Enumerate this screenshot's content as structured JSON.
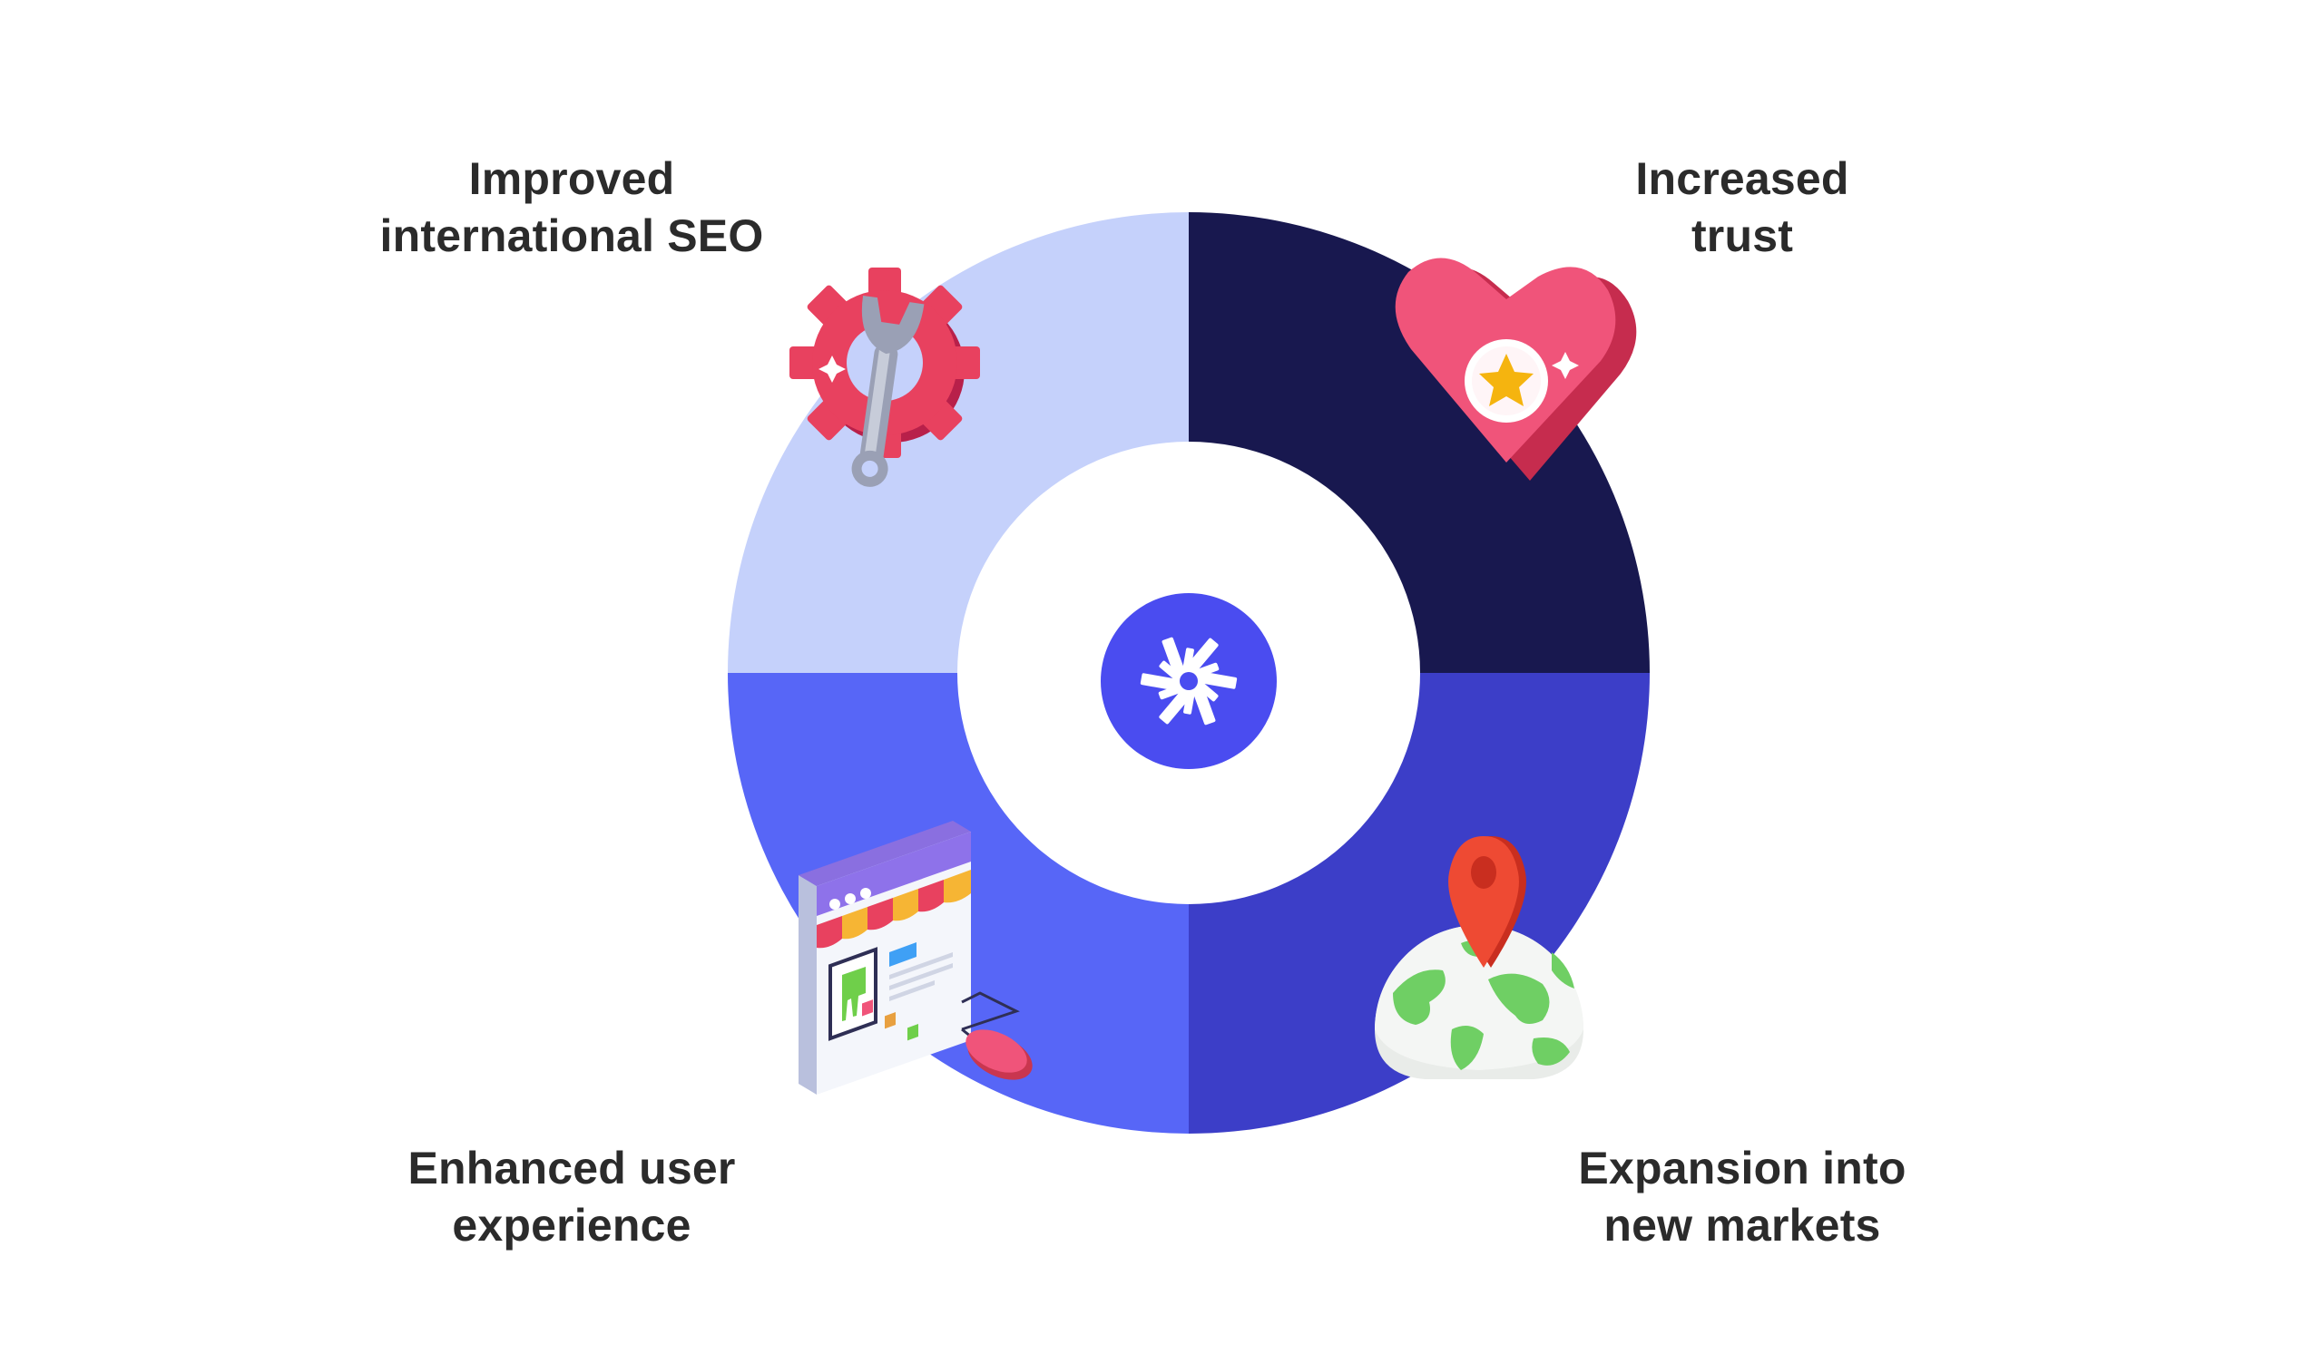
{
  "benefits": {
    "top_left": {
      "line1": "Improved",
      "line2": "international SEO",
      "icon": "gear-wrench-icon"
    },
    "top_right": {
      "line1": "Increased",
      "line2": "trust",
      "icon": "heart-star-icon"
    },
    "bottom_left": {
      "line1": "Enhanced user",
      "line2": "experience",
      "icon": "storefront-browser-icon"
    },
    "bottom_right": {
      "line1": "Expansion into",
      "line2": "new markets",
      "icon": "globe-pin-icon"
    }
  },
  "center": {
    "icon": "brand-logo-icon"
  },
  "colors": {
    "top_left": "#c5d1fb",
    "top_right": "#18184f",
    "bottom_left": "#5766f7",
    "bottom_right": "#3c3ec8",
    "center_badge": "#4a4cf0",
    "text": "#2b2b2b"
  }
}
